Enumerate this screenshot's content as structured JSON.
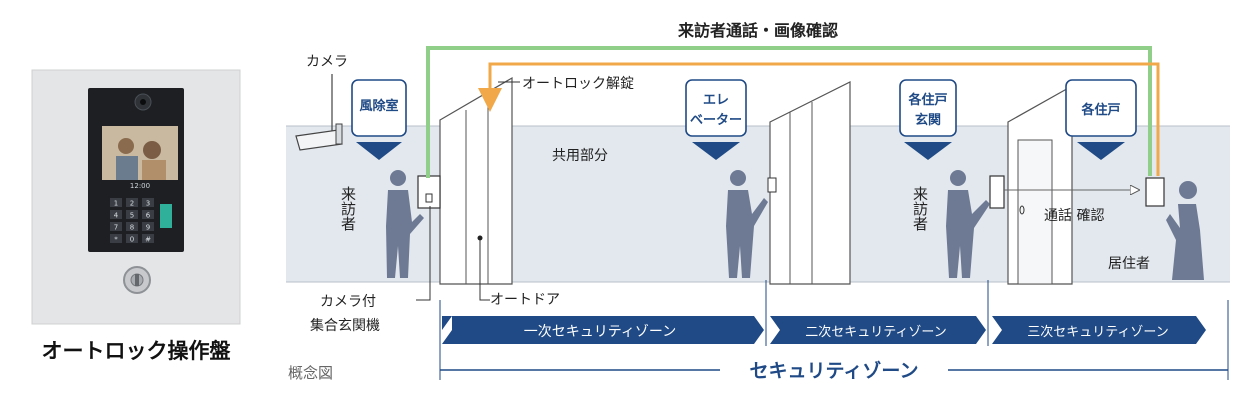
{
  "panel": {
    "caption": "オートロック操作盤",
    "screen_time": "12:00",
    "keys": [
      "1",
      "2",
      "3",
      "4",
      "5",
      "6",
      "7",
      "8",
      "9",
      "*",
      "0",
      "#"
    ]
  },
  "top_label": "来訪者通話・画像確認",
  "labels": {
    "camera": "カメラ",
    "wind_room": "風除室",
    "autolock_release": "オートロック解錠",
    "elevator_line1": "エレ",
    "elevator_line2": "ベーター",
    "common_area": "共用部分",
    "each_door_entrance_line1": "各住戸",
    "each_door_entrance_line2": "玄関",
    "each_unit": "各住戸",
    "visitor": "来訪者",
    "call_confirm": "通話 確認",
    "resident": "居住者",
    "intercom_line1": "カメラ付",
    "intercom_line2": "集合玄関機",
    "auto_door": "オートドア",
    "concept": "概念図"
  },
  "zones": {
    "primary": "一次セキュリティゾーン",
    "secondary": "二次セキュリティゾーン",
    "tertiary": "三次セキュリティゾーン",
    "overall": "セキュリティゾーン"
  },
  "colors": {
    "navy": "#1f4a86",
    "green_line": "#8fcf8a",
    "orange_line": "#f0a848",
    "wall": "#e3e8ee",
    "person": "#6e7a94"
  }
}
